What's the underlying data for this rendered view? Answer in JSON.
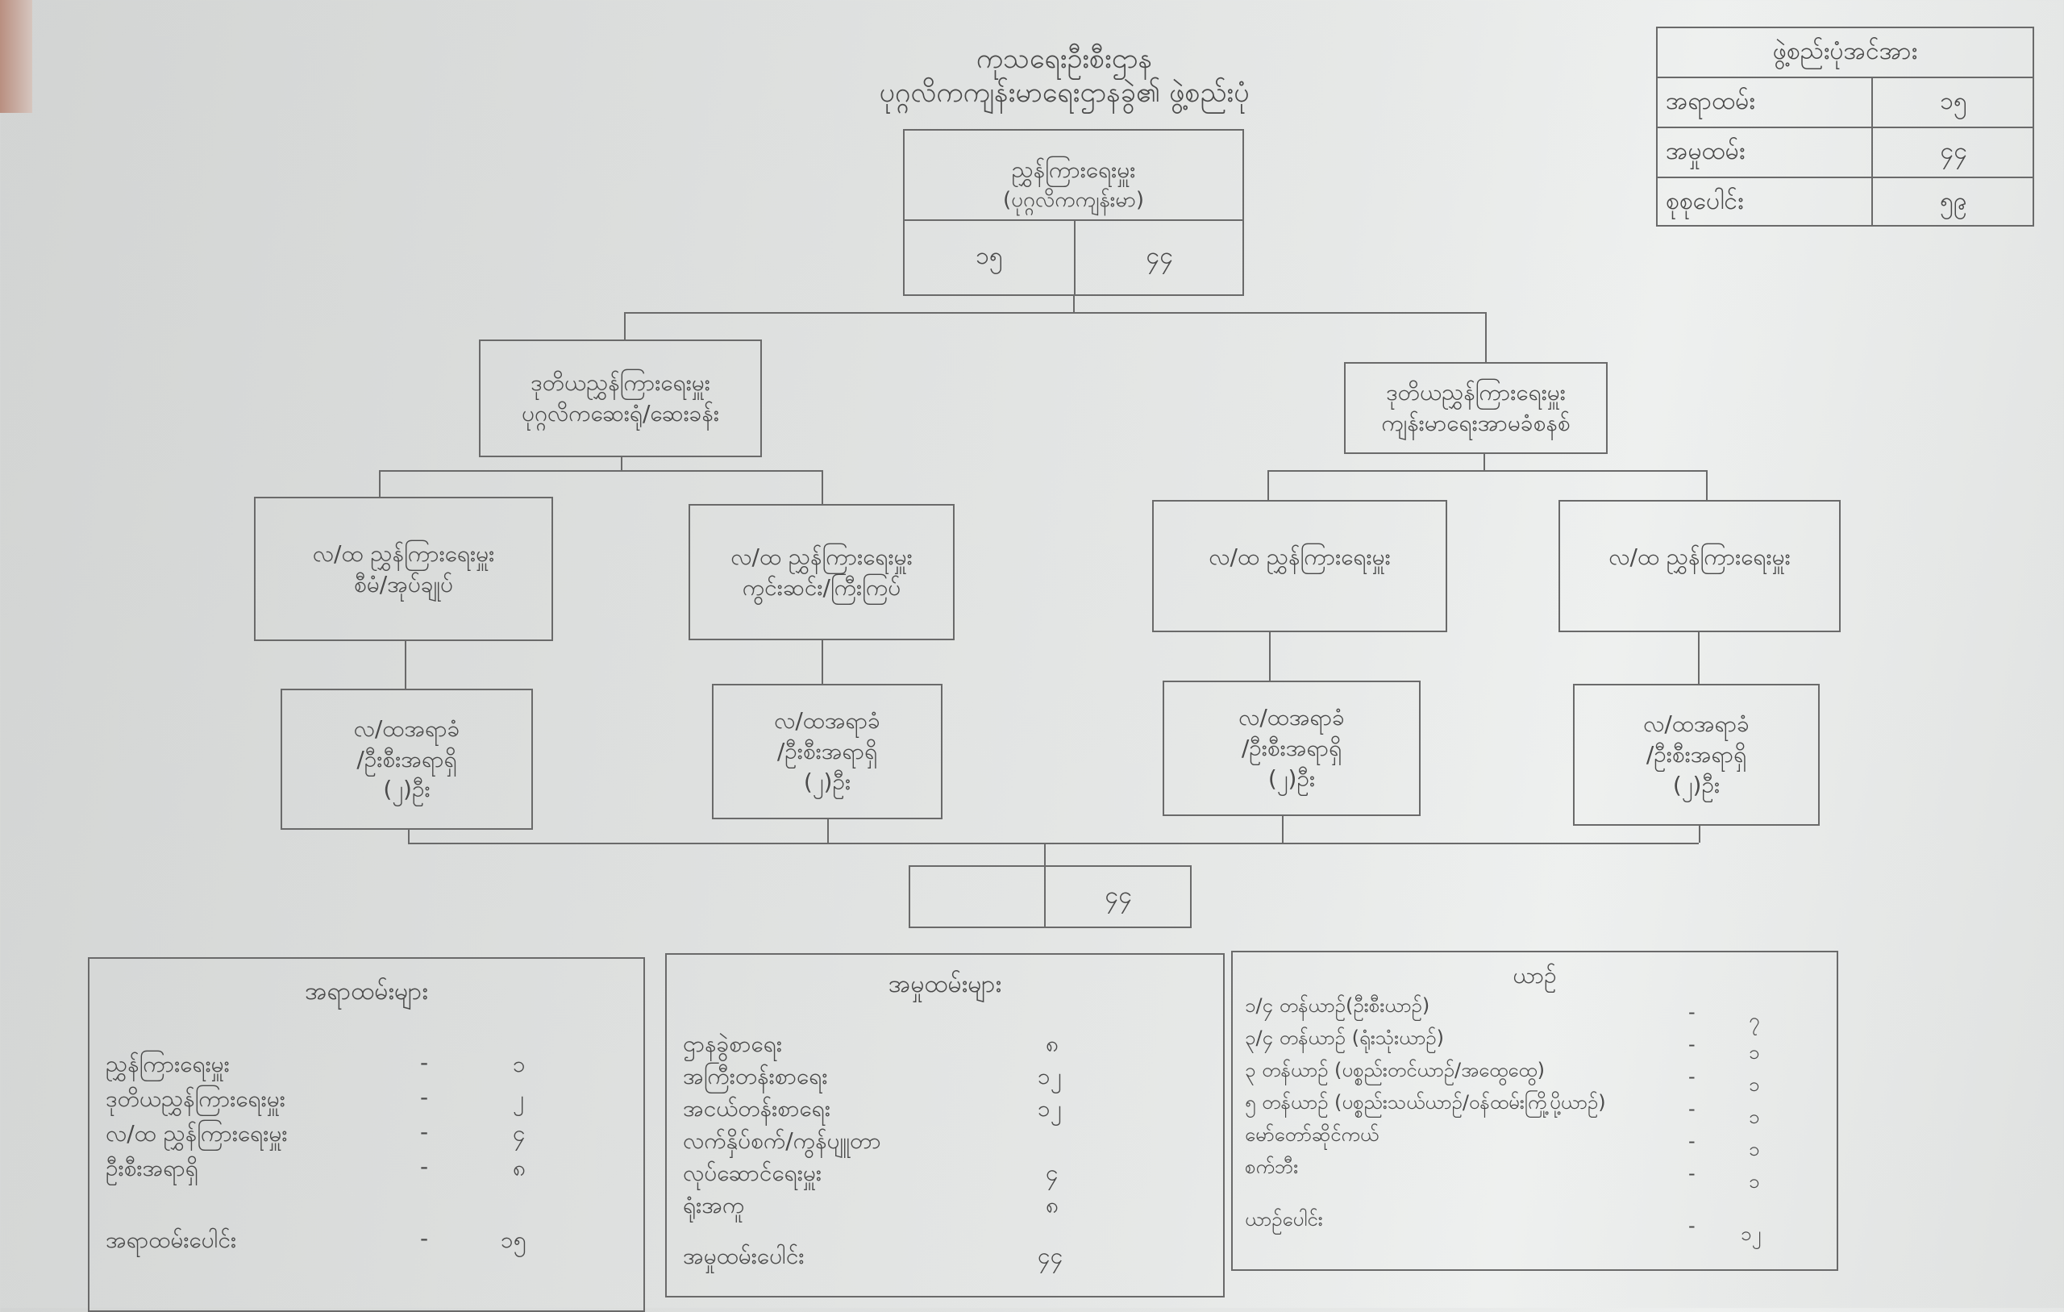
{
  "title": {
    "line1": "ကုသရေးဦးစီးဌာန",
    "line2": "ပုဂ္ဂလိကကျန်းမာရေးဌာနခွဲ၏ ဖွဲ့စည်းပုံ"
  },
  "strength_table": {
    "header": "ဖွဲ့စည်းပုံအင်အား",
    "rows": [
      {
        "label": "အရာထမ်း",
        "value": "၁၅"
      },
      {
        "label": "အမှုထမ်း",
        "value": "၄၄"
      },
      {
        "label": "စုစုပေါင်း",
        "value": "၅၉"
      }
    ]
  },
  "director": {
    "line1": "ညွှန်ကြားရေးမှူး",
    "line2": "(ပုဂ္ဂလိကကျန်းမာ)",
    "officers": "၁၅",
    "staff": "၄၄"
  },
  "deputies": [
    {
      "line1": "ဒုတိယညွှန်ကြားရေးမှူး",
      "line2": "ပုဂ္ဂလိကဆေးရုံ/ဆေးခန်း"
    },
    {
      "line1": "ဒုတိယညွှန်ကြားရေးမှူး",
      "line2": "ကျန်းမာရေးအာမခံစနစ်"
    }
  ],
  "assistant_directors": [
    {
      "line1": "လ/ထ ညွှန်ကြားရေးမှူး",
      "line2": "စီမံ/အုပ်ချုပ်"
    },
    {
      "line1": "လ/ထ ညွှန်ကြားရေးမှူး",
      "line2": "ကွင်းဆင်း/ကြီးကြပ်"
    },
    {
      "line1": "လ/ထ ညွှန်ကြားရေးမှူး",
      "line2": ""
    },
    {
      "line1": "လ/ထ ညွှန်ကြားရေးမှူး",
      "line2": ""
    }
  ],
  "officer_boxes": [
    {
      "line1": "လ/ထအရာခံ",
      "line2": "/ဦးစီးအရာရှိ",
      "line3": "(၂)ဦး"
    },
    {
      "line1": "လ/ထအရာခံ",
      "line2": "/ဦးစီးအရာရှိ",
      "line3": "(၂)ဦး"
    },
    {
      "line1": "လ/ထအရာခံ",
      "line2": "/ဦးစီးအရာရှိ",
      "line3": "(၂)ဦး"
    },
    {
      "line1": "လ/ထအရာခံ",
      "line2": "/ဦးစီးအရာရှိ",
      "line3": "(၂)ဦး"
    }
  ],
  "staff_box": {
    "left": "",
    "right": "၄၄"
  },
  "officers_panel": {
    "header": "အရာထမ်းများ",
    "rows": [
      {
        "label": "ညွှန်ကြားရေးမှူး",
        "dash": "-",
        "value": "၁"
      },
      {
        "label": "ဒုတိယညွှန်ကြားရေးမှူး",
        "dash": "-",
        "value": "၂"
      },
      {
        "label": "လ/ထ ညွှန်ကြားရေးမှူး",
        "dash": "-",
        "value": "၄"
      },
      {
        "label": "ဦးစီးအရာရှိ",
        "dash": "-",
        "value": "၈"
      }
    ],
    "total": {
      "label": "အရာထမ်းပေါင်း",
      "dash": "-",
      "value": "၁၅"
    }
  },
  "staff_panel": {
    "header": "အမှုထမ်းများ",
    "rows": [
      {
        "label": "ဌာနခွဲစာရေး",
        "value": "၈"
      },
      {
        "label": "အကြီးတန်းစာရေး",
        "value": "၁၂"
      },
      {
        "label": "အငယ်တန်းစာရေး",
        "value": "၁၂"
      },
      {
        "label": "လက်နှိပ်စက်/ကွန်ပျူတာ",
        "value": ""
      },
      {
        "label": "လုပ်ဆောင်ရေးမှူး",
        "value": "၄"
      },
      {
        "label": "ရုံးအကူ",
        "value": "၈"
      }
    ],
    "total": {
      "label": "အမှုထမ်းပေါင်း",
      "value": "၄၄"
    }
  },
  "vehicles_panel": {
    "header": "ယာဉ်",
    "rows": [
      {
        "label": "၁/၄ တန်ယာဉ်(ဦးစီးယာဉ်)",
        "dash": "-",
        "value": "၇"
      },
      {
        "label": "၃/၄ တန်ယာဉ် (ရုံးသုံးယာဉ်)",
        "dash": "-",
        "value": "၁"
      },
      {
        "label": "၃   တန်ယာဉ် (ပစ္စည်းတင်ယာဉ်/အထွေထွေ)",
        "dash": "-",
        "value": "၁"
      },
      {
        "label": "၅   တန်ယာဉ် (ပစ္စည်းသယ်ယာဉ်/ဝန်ထမ်းကြို့ပို့ယာဉ်)",
        "dash": "-",
        "value": "၁"
      },
      {
        "label": "မော်တော်ဆိုင်ကယ်",
        "dash": "-",
        "value": "၁"
      },
      {
        "label": "စက်ဘီး",
        "dash": "-",
        "value": "၁"
      }
    ],
    "total": {
      "label": "ယာဉ်ပေါင်း",
      "dash": "-",
      "value": "၁၂"
    }
  }
}
